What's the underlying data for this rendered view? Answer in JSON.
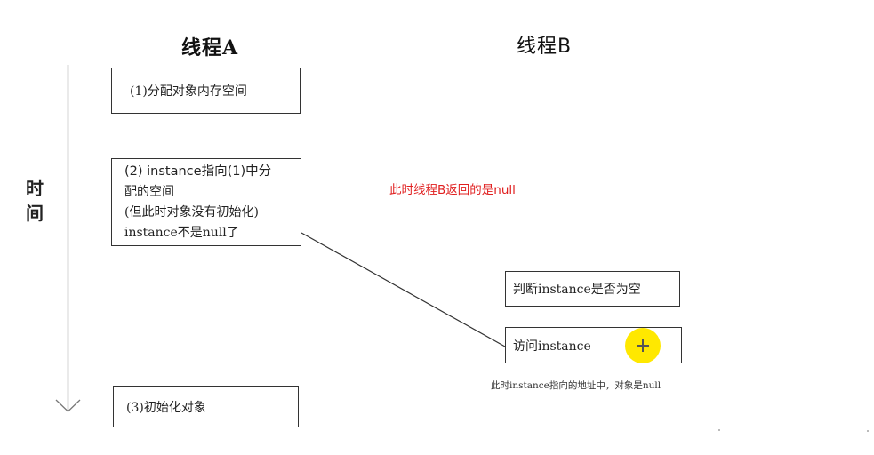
{
  "thread_a": {
    "title": "线程A",
    "steps": [
      "(1)分配对象内存空间",
      "(2) instance指向(1)中分",
      "配的空间",
      "(但此时对象没有初始化)",
      "instance不是null了",
      "(3)初始化对象"
    ]
  },
  "thread_b": {
    "title": "线程B",
    "steps": [
      "判断instance是否为空",
      "访问instance"
    ],
    "caption": "此时instance指向的地址中，对象是null"
  },
  "time_axis": {
    "label_chars": [
      "时",
      "间"
    ]
  },
  "note": "此时线程B返回的是null",
  "colors": {
    "note": "#e02020",
    "cursor_highlight": "#ffe800",
    "line": "#333333"
  }
}
